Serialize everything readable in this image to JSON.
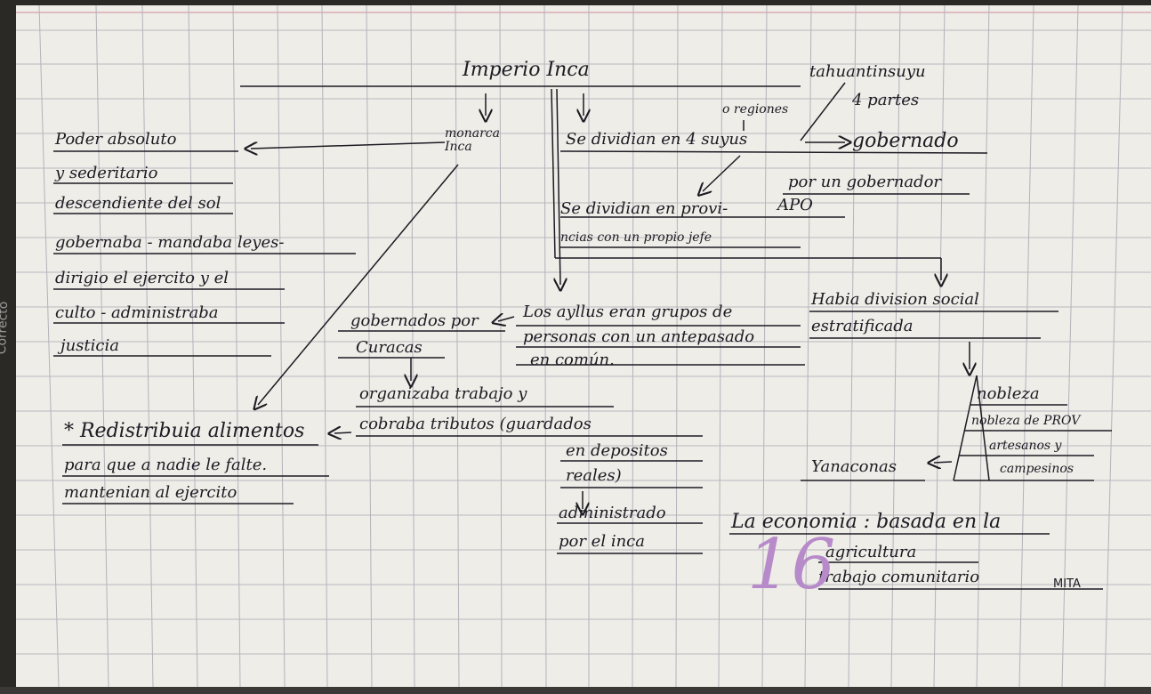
{
  "title": "Imperio Inca",
  "left_branch": {
    "head": "monarca Inca",
    "lines": [
      "Poder absoluto",
      "y sederitario",
      "descendiente del sol",
      "gobernaba - mandaba leyes-",
      "dirigio el ejercito y el",
      "culto - administraba",
      "justicia"
    ]
  },
  "regions_branch": {
    "note_regions": "o regiones",
    "tahuantinsuyu": "tahuantinsuyu",
    "four_parts": "4 partes",
    "divided": "Se dividian en 4 suyus",
    "governed": "gobernado",
    "by_governor": "por un gobernador",
    "provinces_1": "Se dividian en provi-",
    "provinces_2": "ncias con un propio jefe",
    "apo": "APO"
  },
  "ayllus": {
    "line1": "Los ayllus eran grupos de",
    "line2": "personas con un antepasado",
    "line3": "en común."
  },
  "curacas": {
    "line1": "gobernados por",
    "line2": "Curacas",
    "org1": "organizaba trabajo y",
    "org2": "cobraba tributos (guardados",
    "org3": "en depositos",
    "org4": "reales)",
    "admin1": "administrado",
    "admin2": "por el inca"
  },
  "redistribution": {
    "line1": "* Redistribuia alimentos",
    "line2": "para que a nadie le falte.",
    "line3": "mantenian al ejercito"
  },
  "social": {
    "line1": "Habia division social",
    "line2": "estratificada",
    "pyramid": [
      "nobleza",
      "nobleza de PROV",
      "artesanos y",
      "campesinos"
    ],
    "yanaconas": "Yanaconas"
  },
  "economy": {
    "line1": "La economia : basada en la",
    "line2": "agricultura",
    "line3": "trabajo comunitario",
    "mita": "MITA"
  },
  "grade": "16",
  "margin_pencil": "Correcto"
}
